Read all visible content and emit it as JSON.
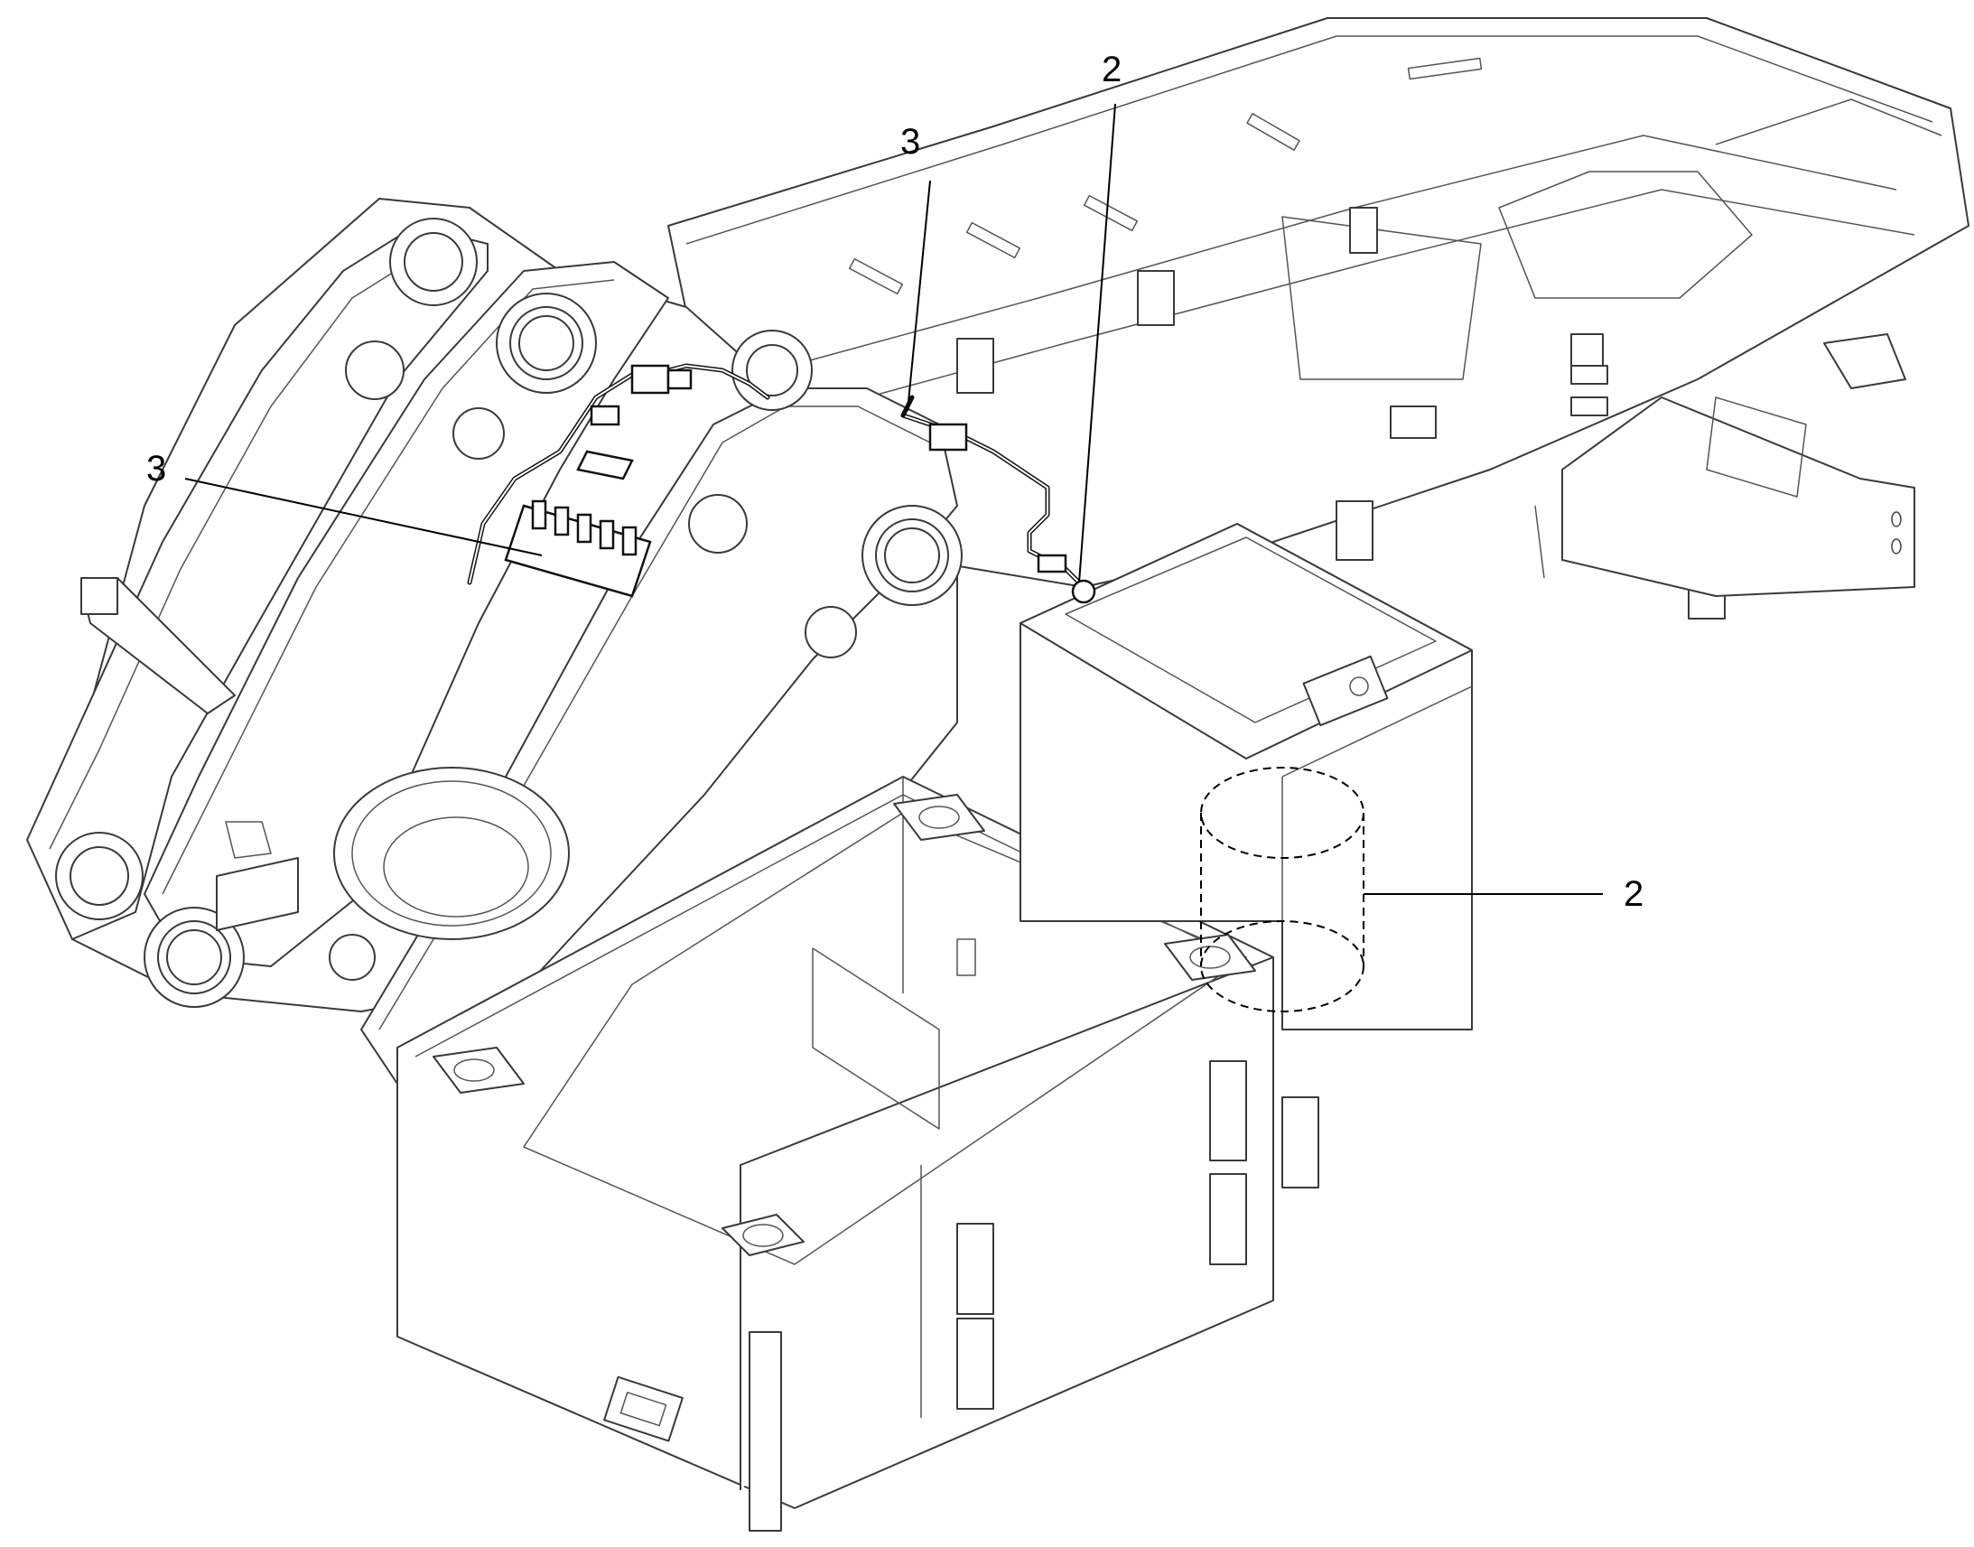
{
  "callouts": [
    {
      "id": "callout-3-left",
      "label": "3"
    },
    {
      "id": "callout-3-top",
      "label": "3"
    },
    {
      "id": "callout-2-top",
      "label": "2"
    },
    {
      "id": "callout-2-right",
      "label": "2"
    }
  ],
  "colors": {
    "line": "#3a3a3a",
    "hose": "#111111",
    "background": "#ffffff"
  }
}
